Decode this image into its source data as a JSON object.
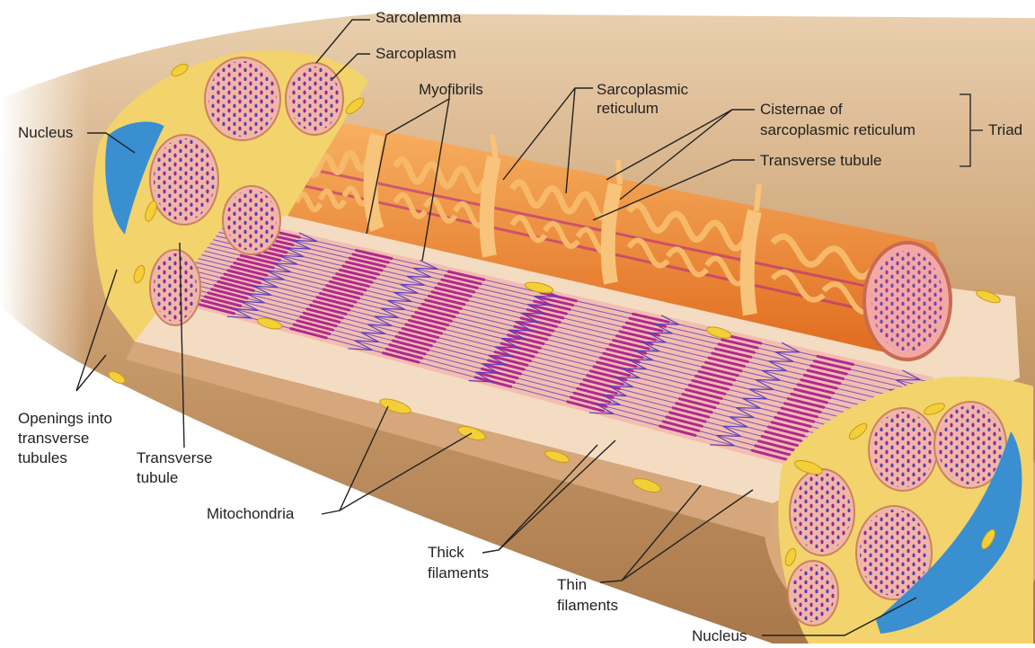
{
  "labels": {
    "sarcolemma": "Sarcolemma",
    "sarcoplasm": "Sarcoplasm",
    "myofibrils": "Myofibrils",
    "sarcoplasmic_reticulum_1": "Sarcoplasmic",
    "sarcoplasmic_reticulum_2": "reticulum",
    "cisternae_1": "Cisternae of",
    "cisternae_2": "sarcoplasmic reticulum",
    "triad": "Triad",
    "transverse_tubule_top": "Transverse tubule",
    "nucleus_left": "Nucleus",
    "openings_1": "Openings into",
    "openings_2": "transverse",
    "openings_3": "tubules",
    "transverse_tubule_bottom_1": "Transverse",
    "transverse_tubule_bottom_2": "tubule",
    "mitochondria": "Mitochondria",
    "thick_1": "Thick",
    "thick_2": "filaments",
    "thin_1": "Thin",
    "thin_2": "filaments",
    "nucleus_bottom": "Nucleus"
  },
  "colors": {
    "fiber_outer": "#c89a6a",
    "fiber_shadow": "#a8794d",
    "cut_face": "#f2dcc0",
    "myofibril": "#f1b6a6",
    "thick_filament": "#b0288f",
    "thin_filament": "#5a3fb8",
    "reticulum": "#f08a3a",
    "nucleus": "#3a8fd0",
    "mitochondria": "#f3cf3a",
    "sarcolemma": "#f3d36b"
  }
}
